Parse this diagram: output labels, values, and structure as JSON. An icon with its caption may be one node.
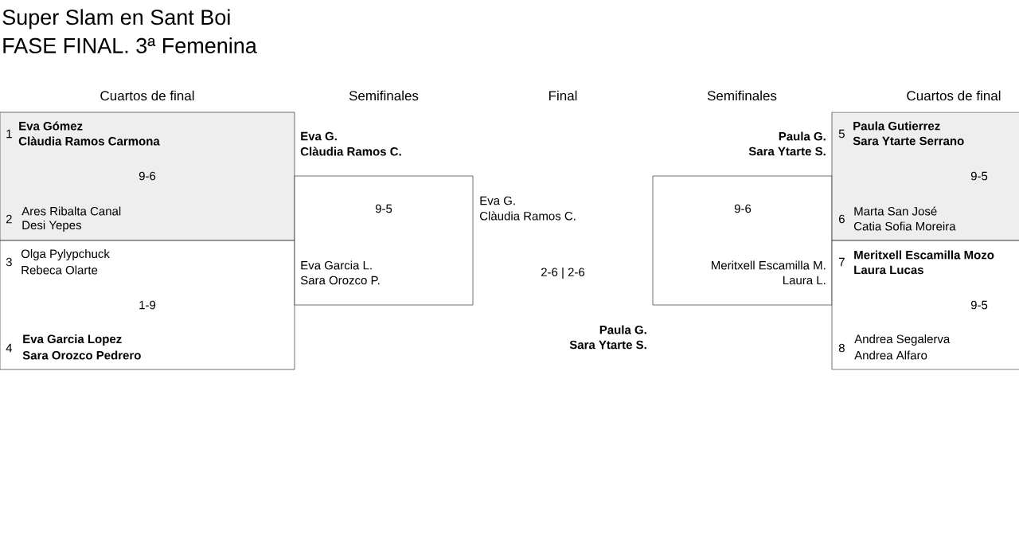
{
  "diagram": {
    "title": "Super Slam en Sant Boi",
    "nodes": [
      {
        "text": [
          "1",
          "Eva Gómez",
          "Clàudia Ramos Carmona",
          "9-6",
          "2",
          "Ares Ribalta Canal",
          "Desi Yepes"
        ]
      },
      {
        "text": [
          "3",
          "Olga Pylypchuck",
          "Rebeca Olarte",
          "1-9",
          "4",
          "Eva Garcia Lopez",
          "Sara Orozco Pedrero"
        ]
      },
      {
        "text": [
          "Eva G.",
          "Clàudia Ramos C.",
          "9-5",
          "Eva Garcia L.",
          "Sara Orozco P."
        ]
      },
      {
        "text": [
          "Paula G.",
          "Sara Ytarte S.",
          "9-6",
          "Meritxell Escamilla M.",
          "Laura L."
        ]
      },
      {
        "text": [
          "5",
          "Paula Gutierrez",
          "Sara Ytarte Serrano",
          "9-5",
          "6",
          "Marta San José",
          "Catia Sofia Moreira"
        ]
      },
      {
        "text": [
          "7",
          "Meritxell Escamilla Mozo",
          "Laura Lucas",
          "9-5",
          "8",
          "Andrea Segalerva",
          "Andrea Alfaro"
        ]
      }
    ],
    "labels": [
      "FASE FINAL. 3ª Femenina",
      "Cuartos de final",
      "Semifinales",
      "Final",
      "Semifinales",
      "Cuartos de final",
      "Eva G.",
      "Clàudia Ramos C.",
      "2-6 | 2-6",
      "Paula G.",
      "Sara Ytarte S."
    ]
  }
}
